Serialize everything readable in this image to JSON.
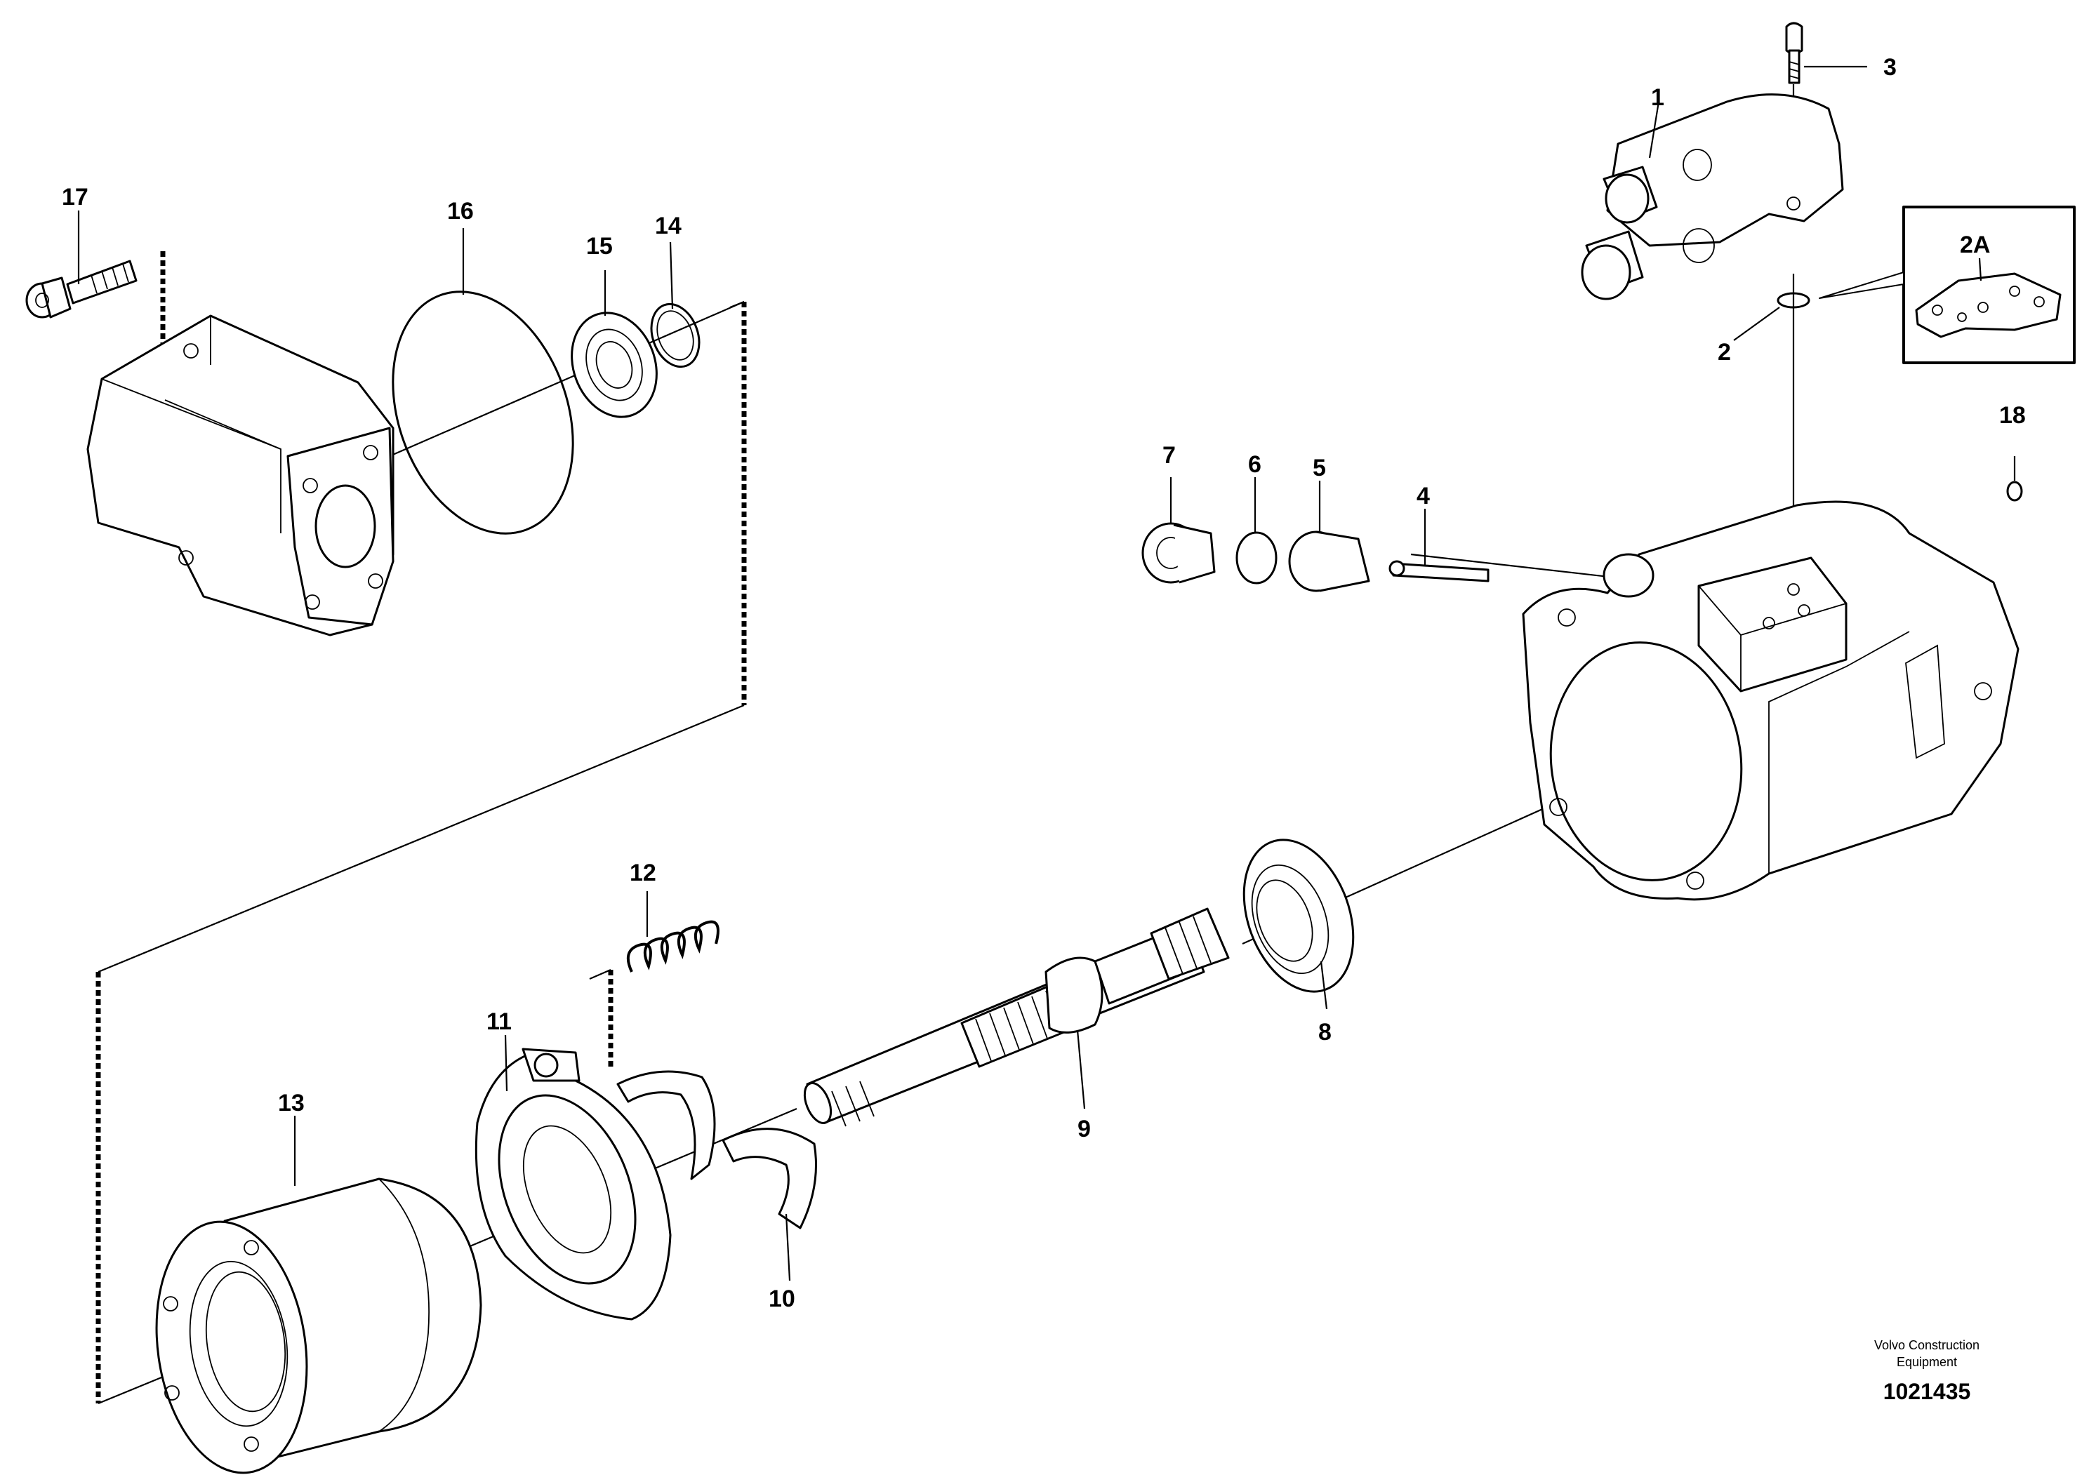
{
  "callouts": {
    "c1": "1",
    "c2": "2",
    "c2a": "2A",
    "c3": "3",
    "c4": "4",
    "c5": "5",
    "c6": "6",
    "c7": "7",
    "c8": "8",
    "c9": "9",
    "c10": "10",
    "c11": "11",
    "c12": "12",
    "c13": "13",
    "c14": "14",
    "c15": "15",
    "c16": "16",
    "c17": "17",
    "c18": "18"
  },
  "footer": {
    "company_line1": "Volvo Construction",
    "company_line2": "Equipment",
    "drawing_number": "1021435"
  }
}
